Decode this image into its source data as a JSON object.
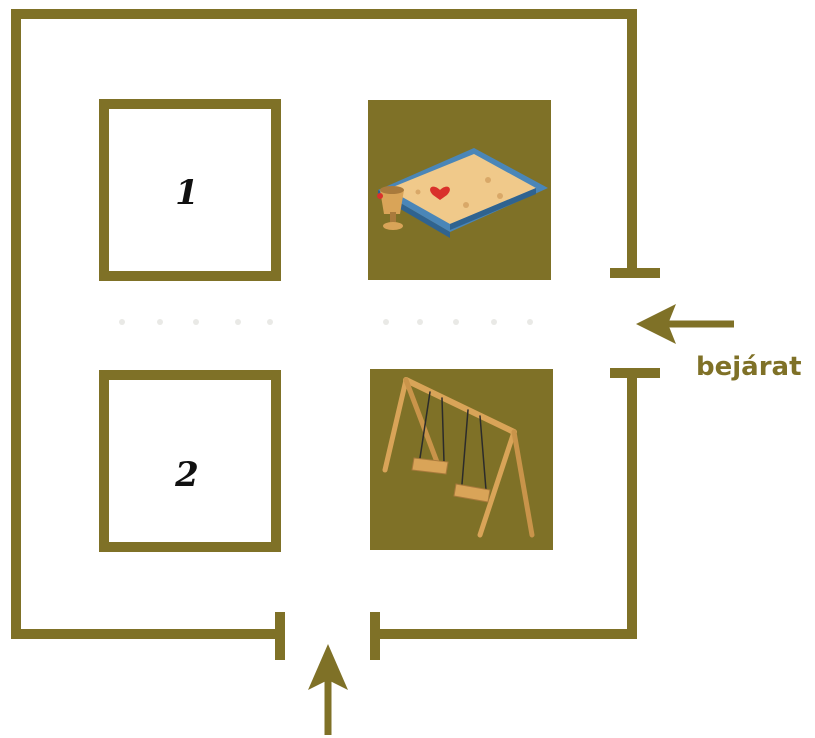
{
  "colors": {
    "olive": "#7f7127",
    "sand": "#f0c98a",
    "sand_shade": "#d9a868",
    "frame_blue": "#4a86b8",
    "wood": "#d9a458",
    "wood_dark": "#a97a3c",
    "heart": "#d9312b"
  },
  "plots": [
    {
      "label": "1"
    },
    {
      "label": "2"
    }
  ],
  "icons": {
    "sandbox": "sandbox-icon",
    "swing": "swing-icon"
  },
  "entrance": {
    "label": "bejárat"
  }
}
